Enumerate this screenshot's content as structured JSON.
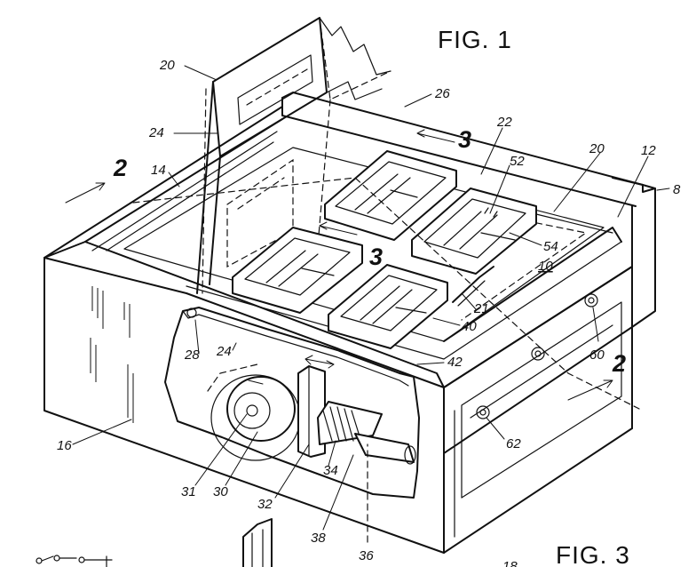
{
  "figure": {
    "title_main": "FIG. 1",
    "title_next": "FIG. 3"
  },
  "section_marks": {
    "s2_left": "2",
    "s2_right": "2",
    "s3_top": "3",
    "s3_mid": "3"
  },
  "labels": {
    "l20a": "20",
    "l26": "26",
    "l24a": "24",
    "l22": "22",
    "l20b": "20",
    "l12": "12",
    "l8": "8",
    "l14": "14",
    "l52": "52",
    "l54": "54",
    "l10": "10",
    "l21": "21",
    "l40": "40",
    "l42": "42",
    "l28": "28",
    "l24b": "24",
    "l60": "60",
    "l16": "16",
    "l62": "62",
    "l31": "31",
    "l30": "30",
    "l32": "32",
    "l34": "34",
    "l38": "38",
    "l36": "36",
    "l_partial": "18"
  }
}
